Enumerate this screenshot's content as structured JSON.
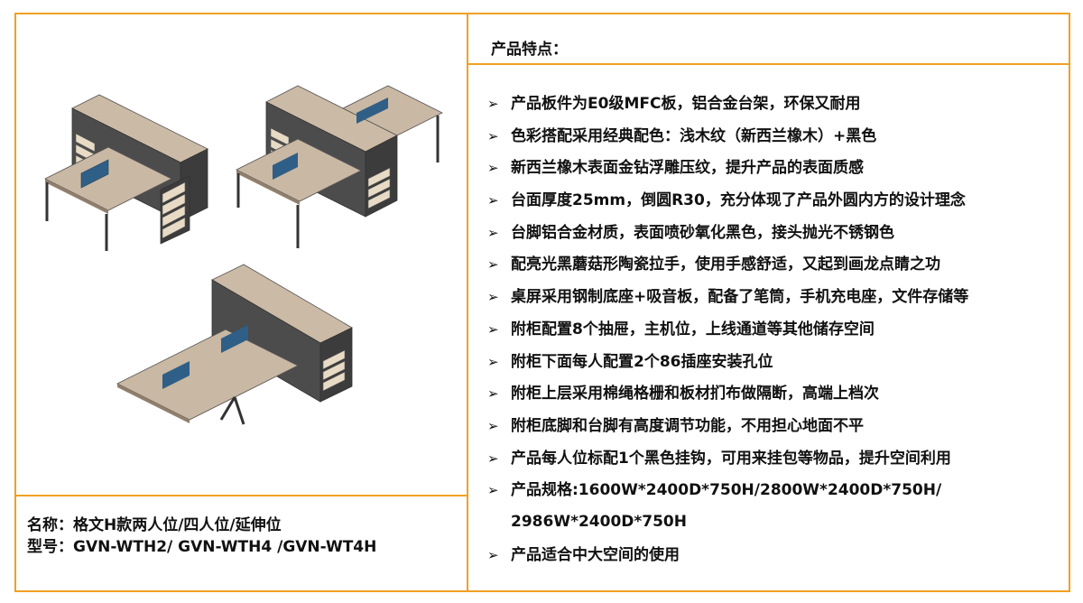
{
  "features": {
    "title": "产品特点：",
    "items": [
      "产品板件为E0级MFC板，铝合金台架，环保又耐用",
      "色彩搭配采用经典配色：浅木纹（新西兰橡木）+黑色",
      "新西兰橡木表面金钻浮雕压纹，提升产品的表面质感",
      "台面厚度25mm，倒圆R30，充分体现了产品外圆内方的设计理念",
      "台脚铝合金材质，表面喷砂氧化黑色，接头抛光不锈钢色",
      "配亮光黑蘑菇形陶瓷拉手，使用手感舒适，又起到画龙点睛之功",
      "桌屏采用钢制底座+吸音板，配备了笔筒，手机充电座，文件存储等",
      "附柜配置8个抽屉，主机位，上线通道等其他储存空间",
      "附柜下面每人配置2个86插座安装孔位",
      "附柜上层采用棉绳格栅和板材扪布做隔断，高端上档次",
      "附柜底脚和台脚有高度调节功能，不用担心地面不平",
      "产品每人位标配1个黑色挂钩，可用来挂包等物品，提升空间利用"
    ],
    "spec_line1": "产品规格:1600W*2400D*750H/2800W*2400D*750H/",
    "spec_line2": "2986W*2400D*750H",
    "last_item": "产品适合中大空间的使用",
    "bullet": "➢"
  },
  "product": {
    "name_line": "名称：格文H款两人位/四人位/延伸位",
    "model_line": "型号：GVN-WTH2/ GVN-WTH4 /GVN-WT4H"
  },
  "colors": {
    "border": "#f0a023",
    "wood": "#c9b8a3",
    "cabinet_dark": "#4a4a4a",
    "screen_blue": "#2f5f86",
    "leg": "#333333"
  }
}
